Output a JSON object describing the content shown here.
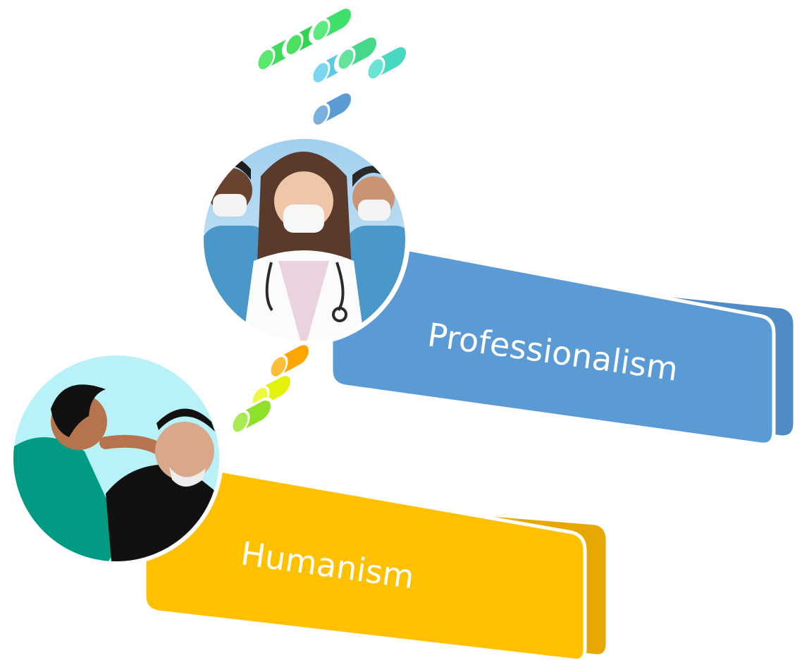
{
  "diagram": {
    "items": [
      {
        "id": "professionalism",
        "label": "Professionalism",
        "color": "#5B9BD5",
        "illustration": "masked-healthcare-team"
      },
      {
        "id": "humanism",
        "label": "Humanism",
        "color": "#FFC000",
        "illustration": "caregiver-with-elderly-patient"
      }
    ],
    "connector_colors": [
      "#3DDC5A",
      "#5BC8E8",
      "#48D8C2",
      "#5B9BD5",
      "#FFA500",
      "#E2F20A",
      "#8FE02A"
    ]
  }
}
